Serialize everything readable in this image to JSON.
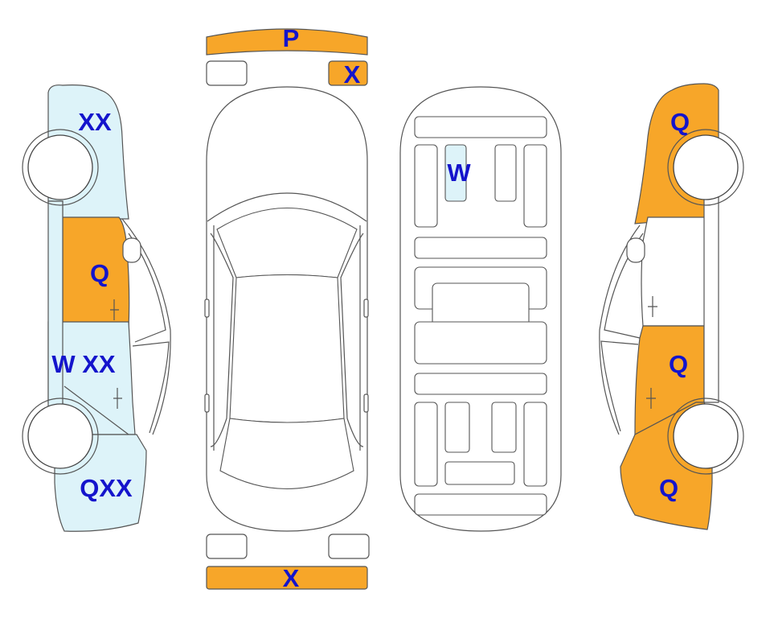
{
  "colors": {
    "orange": "#F7A629",
    "light_blue": "#DDF3F9",
    "label": "#1414CC",
    "outline": "#555555"
  },
  "labels": {
    "front_bumper": "P",
    "headlight_right": "X",
    "rear_bumper": "X",
    "left_front_fender": "XX",
    "left_front_door": "Q",
    "left_rear_door": "W XX",
    "left_rear_quarter": "QXX",
    "underbody_left_rail": "W",
    "right_front_fender": "Q",
    "right_rear_door": "Q",
    "right_rear_quarter": "Q"
  }
}
